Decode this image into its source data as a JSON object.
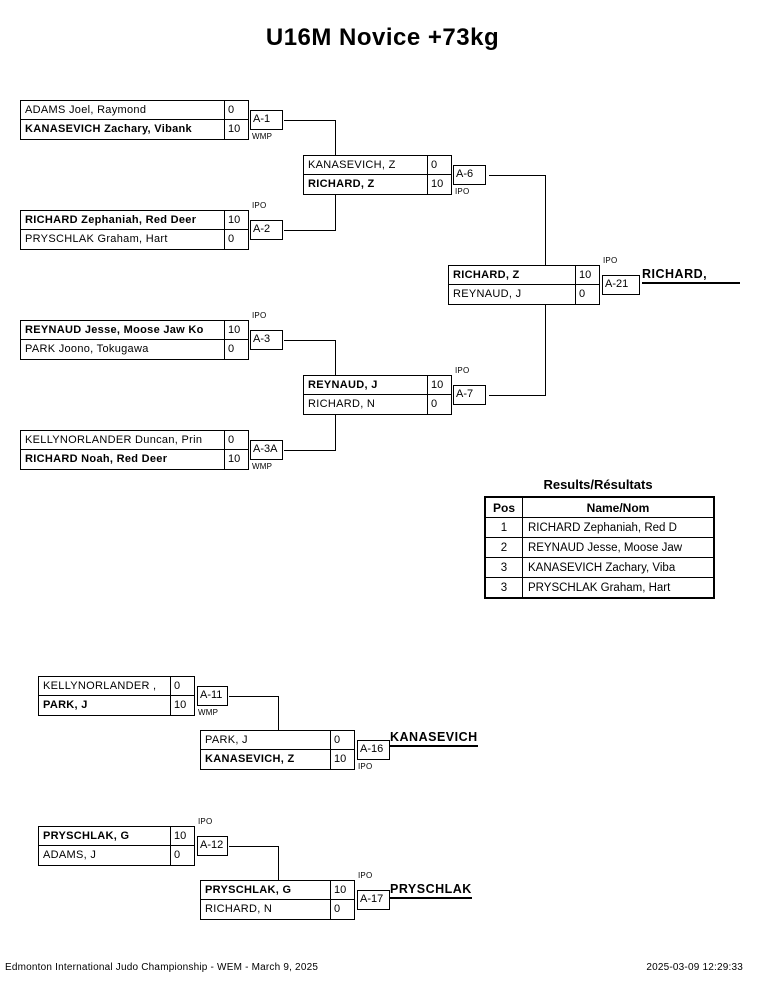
{
  "page": {
    "title": "U16M Novice +73kg"
  },
  "bracket": {
    "matches": [
      {
        "id": "A-1",
        "code": "WMP",
        "p1": {
          "name": "ADAMS Joel, Raymond",
          "score": "0",
          "winner": false
        },
        "p2": {
          "name": "KANASEVICH Zachary, Vibank",
          "score": "10",
          "winner": true
        }
      },
      {
        "id": "A-2",
        "code": "IPO",
        "p1": {
          "name": "RICHARD Zephaniah, Red Deer",
          "score": "10",
          "winner": true
        },
        "p2": {
          "name": "PRYSCHLAK Graham, Hart",
          "score": "0",
          "winner": false
        }
      },
      {
        "id": "A-3",
        "code": "IPO",
        "p1": {
          "name": "REYNAUD Jesse, Moose Jaw Ko",
          "score": "10",
          "winner": true
        },
        "p2": {
          "name": "PARK Joono, Tokugawa",
          "score": "0",
          "winner": false
        }
      },
      {
        "id": "A-3A",
        "code": "WMP",
        "p1": {
          "name": "KELLYNORLANDER Duncan, Prin",
          "score": "0",
          "winner": false
        },
        "p2": {
          "name": "RICHARD Noah, Red Deer",
          "score": "10",
          "winner": true
        }
      },
      {
        "id": "A-6",
        "code": "IPO",
        "p1": {
          "name": "KANASEVICH, Z",
          "score": "0",
          "winner": false
        },
        "p2": {
          "name": "RICHARD, Z",
          "score": "10",
          "winner": true
        }
      },
      {
        "id": "A-7",
        "code": "IPO",
        "p1": {
          "name": "REYNAUD, J",
          "score": "10",
          "winner": true
        },
        "p2": {
          "name": "RICHARD, N",
          "score": "0",
          "winner": false
        }
      },
      {
        "id": "A-21",
        "code": "IPO",
        "p1": {
          "name": "RICHARD, Z",
          "score": "10",
          "winner": true
        },
        "p2": {
          "name": "REYNAUD, J",
          "score": "0",
          "winner": false
        }
      },
      {
        "id": "A-11",
        "code": "WMP",
        "p1": {
          "name": "KELLYNORLANDER ,",
          "score": "0",
          "winner": false
        },
        "p2": {
          "name": "PARK, J",
          "score": "10",
          "winner": true
        }
      },
      {
        "id": "A-16",
        "code": "IPO",
        "p1": {
          "name": "PARK, J",
          "score": "0",
          "winner": false
        },
        "p2": {
          "name": "KANASEVICH, Z",
          "score": "10",
          "winner": true
        }
      },
      {
        "id": "A-12",
        "code": "IPO",
        "p1": {
          "name": "PRYSCHLAK, G",
          "score": "10",
          "winner": true
        },
        "p2": {
          "name": "ADAMS, J",
          "score": "0",
          "winner": false
        }
      },
      {
        "id": "A-17",
        "code": "IPO",
        "p1": {
          "name": "PRYSCHLAK, G",
          "score": "10",
          "winner": true
        },
        "p2": {
          "name": "RICHARD, N",
          "score": "0",
          "winner": false
        }
      }
    ],
    "winners": {
      "final": "RICHARD,",
      "bronze_a16": "KANASEVICH",
      "bronze_a17": "PRYSCHLAK"
    }
  },
  "results": {
    "title": "Results/Résultats",
    "headers": {
      "pos": "Pos",
      "name": "Name/Nom"
    },
    "rows": [
      {
        "pos": "1",
        "name": "RICHARD Zephaniah, Red D"
      },
      {
        "pos": "2",
        "name": "REYNAUD Jesse, Moose Jaw"
      },
      {
        "pos": "3",
        "name": "KANASEVICH Zachary, Viba"
      },
      {
        "pos": "3",
        "name": "PRYSCHLAK Graham, Hart"
      }
    ]
  },
  "footer": {
    "left": "Edmonton International Judo Championship - WEM - March 9, 2025",
    "right": "2025-03-09 12:29:33"
  }
}
